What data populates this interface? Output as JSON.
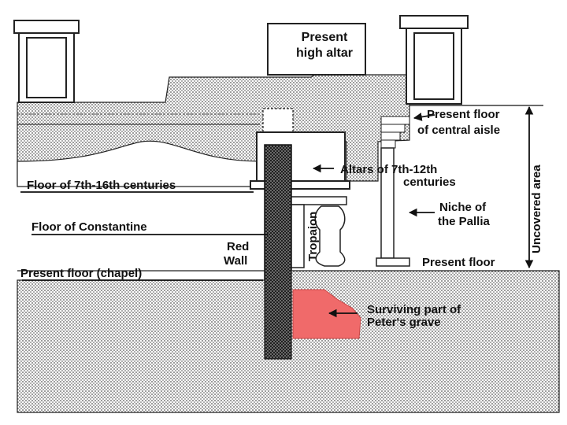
{
  "colors": {
    "ink": "#111111",
    "stipple_bg": "#ffffff",
    "grave": "#f06a6a",
    "wall": "#2a2a2a"
  },
  "labels": {
    "present_high_altar": [
      "Present",
      "high altar"
    ],
    "present_floor_central_aisle": [
      "Present floor",
      "of central aisle"
    ],
    "altars_7_12": [
      "Altars of 7th-12th",
      "centuries"
    ],
    "floor_7_16": "Floor of 7th-16th centuries",
    "niche_pallia": [
      "Niche of",
      "the Pallia"
    ],
    "floor_constantine": "Floor of Constantine",
    "red_wall": [
      "Red",
      "Wall"
    ],
    "tropaion": "Tropaion",
    "uncovered_area": "Uncovered area",
    "present_floor": "Present floor",
    "present_floor_chapel": "Present floor (chapel)",
    "surviving_grave": [
      "Surviving part of",
      "Peter's grave"
    ]
  }
}
